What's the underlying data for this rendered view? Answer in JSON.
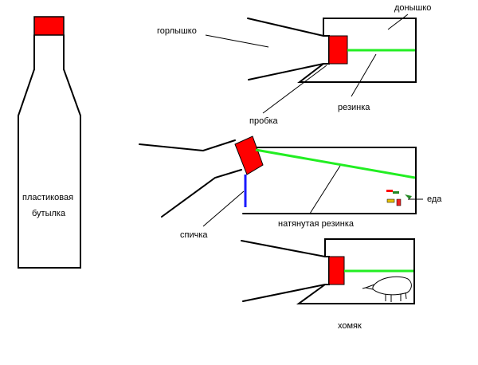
{
  "labels": {
    "neck": "горлышко",
    "bottom": "донышко",
    "cork": "пробка",
    "rubber_band": "резинка",
    "bottle_line1": "пластиковая",
    "bottle_line2": "бутылка",
    "food": "еда",
    "stretched_band": "натянутая резинка",
    "match": "спичка",
    "hamster": "хомяк"
  },
  "colors": {
    "outline": "#000000",
    "cork": "#ff0000",
    "band": "#22ee22",
    "match": "#1a1aff",
    "background": "#ffffff"
  }
}
